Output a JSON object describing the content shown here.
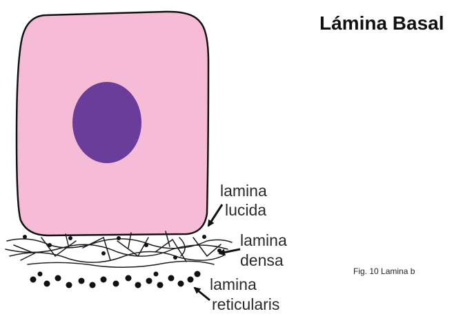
{
  "title": "Lámina Basal",
  "caption": "Fig. 10 Lamina b",
  "colors": {
    "cell_fill": "#f6bcd7",
    "nucleus_fill": "#6a3d9a",
    "outline": "#111111"
  },
  "labels": {
    "lamina_lucida": [
      "lamina",
      "lucida"
    ],
    "lamina_densa": [
      "lamina",
      "densa"
    ],
    "lamina_reticularis": [
      "lamina",
      "reticularis"
    ]
  }
}
